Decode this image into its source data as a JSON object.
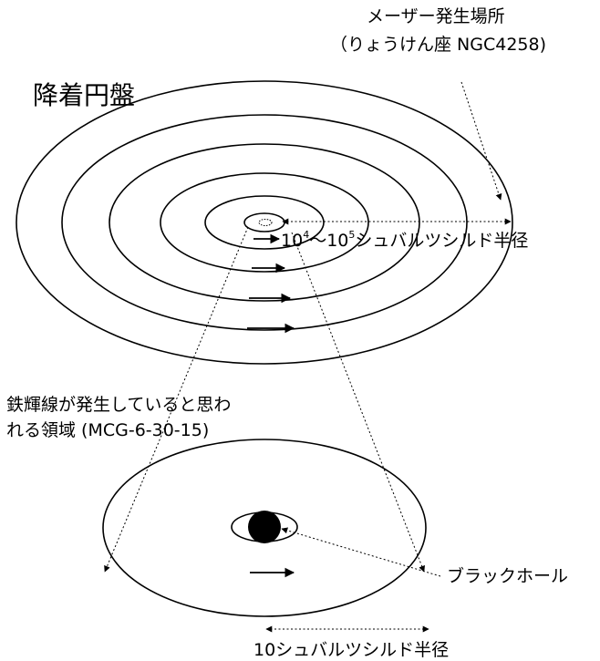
{
  "title": "降着円盤",
  "maser": {
    "line1": "メーザー発生場所",
    "line2": "（りょうけん座 NGC4258)"
  },
  "outer_scale": {
    "base_lo": "10",
    "exp_lo": "4",
    "sep": "〜",
    "base_hi": "10",
    "exp_hi": "5",
    "suffix": "シュバルツシルド半径"
  },
  "iron_region": {
    "line1": "鉄輝線が発生していると思わ",
    "line2": "れる領域 (MCG-6-30-15)"
  },
  "black_hole_label": "ブラックホール",
  "inner_scale": "10シュバルツシルド半径"
}
